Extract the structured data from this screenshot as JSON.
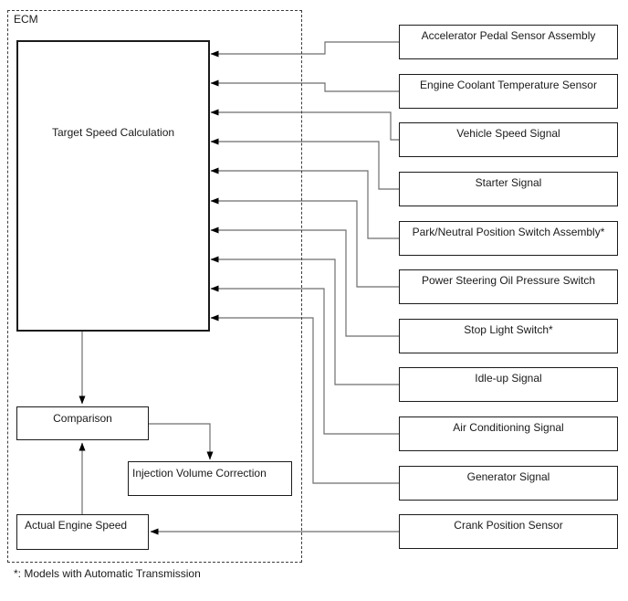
{
  "colors": {
    "background": "#ffffff",
    "box_border": "#1b1b1b",
    "connector_line": "#6e6e6e",
    "arrowhead": "#000000",
    "text": "#1a1a1a"
  },
  "diagram": {
    "ecm_label": "ECM",
    "footnote": "*: Models with Automatic Transmission",
    "process": {
      "target_speed": "Target Speed Calculation",
      "comparison": "Comparison",
      "injection_volume": "Injection Volume Correction",
      "actual_engine_speed": "Actual Engine Speed"
    },
    "inputs": [
      "Accelerator Pedal Sensor Assembly",
      "Engine Coolant Temperature Sensor",
      "Vehicle Speed Signal",
      "Starter Signal",
      "Park/Neutral Position Switch Assembly*",
      "Power Steering Oil Pressure Switch",
      "Stop Light Switch*",
      "Idle-up Signal",
      "Air Conditioning Signal",
      "Generator Signal",
      "Crank Position Sensor"
    ]
  }
}
